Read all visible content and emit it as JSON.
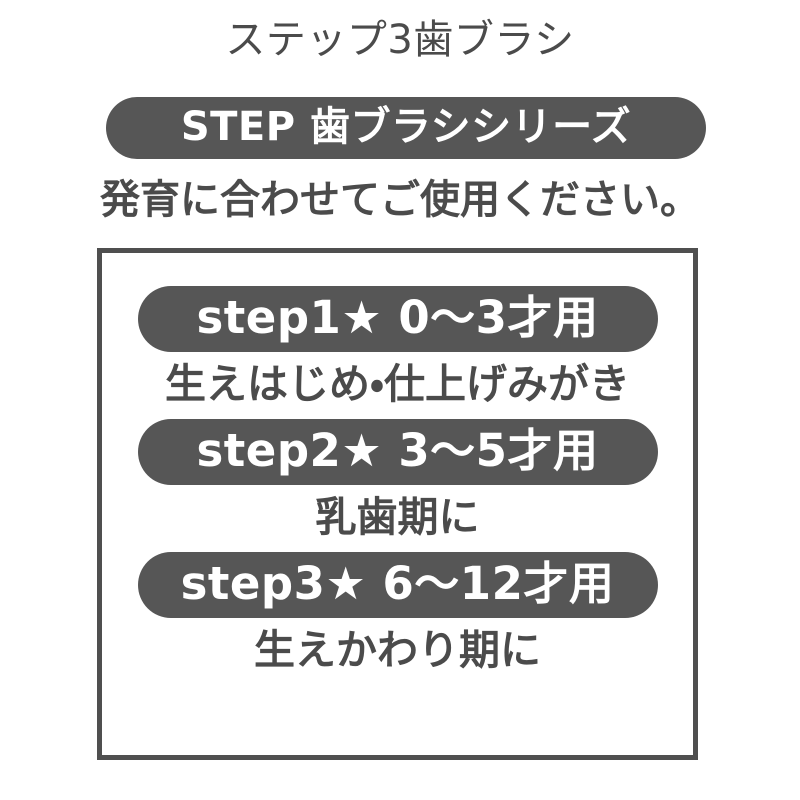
{
  "page": {
    "title": "ステップ3歯ブラシ",
    "background_color": "#ffffff",
    "ink_color": "#4b4b4b",
    "pill_color": "#565656",
    "pill_text_color": "#ffffff",
    "box_border_color": "#4f4f4f"
  },
  "banner": {
    "label": "STEP 歯ブラシシリーズ"
  },
  "subtitle": {
    "text": "発育に合わせてご使用ください。"
  },
  "steps": [
    {
      "pill_label": "step1★ 0〜3才用",
      "description": "生えはじめ・仕上げみがき"
    },
    {
      "pill_label": "step2★ 3〜5才用",
      "description": "乳歯期に"
    },
    {
      "pill_label": "step3★ 6〜12才用",
      "description": "生えかわり期に"
    }
  ]
}
